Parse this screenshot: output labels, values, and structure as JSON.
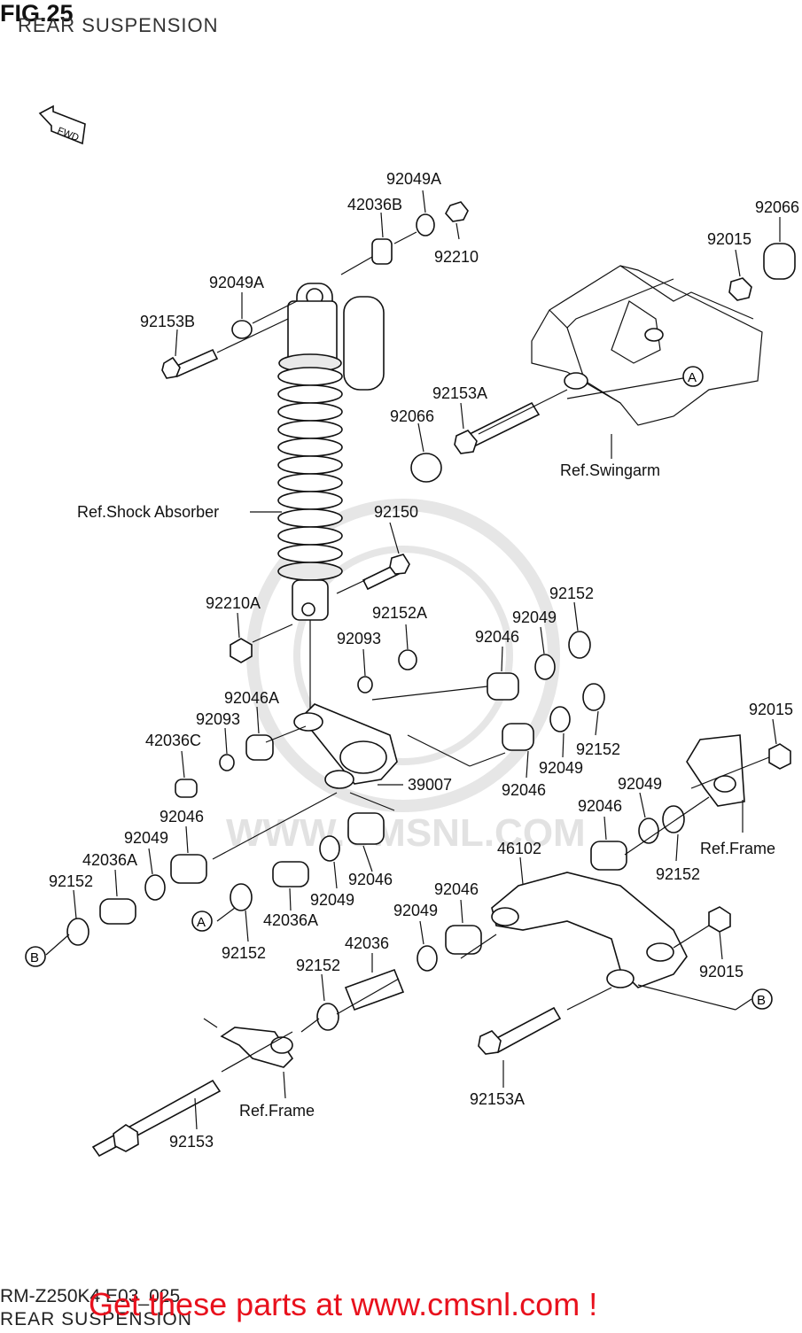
{
  "header": {
    "figure_title": "FIG.25",
    "subtitle": "REAR SUSPENSION"
  },
  "fwd_badge": "FWD",
  "watermark": "WWW.CMSNL.COM",
  "part_labels": {
    "p92049A_top": "92049A",
    "p42036B": "42036B",
    "p92210": "92210",
    "p92066_tr": "92066",
    "p92015_tr": "92015",
    "p92049A_l": "92049A",
    "p92153B": "92153B",
    "p92153A_mid": "92153A",
    "p92066_mid": "92066",
    "p92150": "92150",
    "p92210A": "92210A",
    "p92152A": "92152A",
    "p92152_t": "92152",
    "p92049_t": "92049",
    "p92093_t": "92093",
    "p92046_t": "92046",
    "p92046A": "92046A",
    "p92093_l": "92093",
    "p42036C": "42036C",
    "p92152_r1": "92152",
    "p92049_r1": "92049",
    "p92046_r1": "92046",
    "p39007": "39007",
    "p92015_r": "92015",
    "p92049_r2": "92049",
    "p92046_r2": "92046",
    "p92152_r2": "92152",
    "p92046_l": "92046",
    "p92049_l": "92049",
    "p42036A_l": "42036A",
    "p92152_l": "92152",
    "p92046_c": "92046",
    "p92049_c": "92049",
    "p42036A_c": "42036A",
    "p92152_c": "92152",
    "p46102": "46102",
    "p92046_b": "92046",
    "p92049_b": "92049",
    "p42036": "42036",
    "p92152_b": "92152",
    "p92015_b": "92015",
    "p92153A_b": "92153A",
    "p92153": "92153"
  },
  "ref_labels": {
    "shock_absorber": "Ref.Shock Absorber",
    "swingarm": "Ref.Swingarm",
    "frame_right": "Ref.Frame",
    "frame_bottom": "Ref.Frame"
  },
  "callouts": {
    "a_swingarm": "A",
    "a_left": "A",
    "b_left": "B",
    "b_right": "B"
  },
  "footer": {
    "diagram_code": "RM-Z250K4 E03_025",
    "subtitle": "REAR SUSPENSION",
    "cta": "Get these parts at www.cmsnl.com !"
  }
}
